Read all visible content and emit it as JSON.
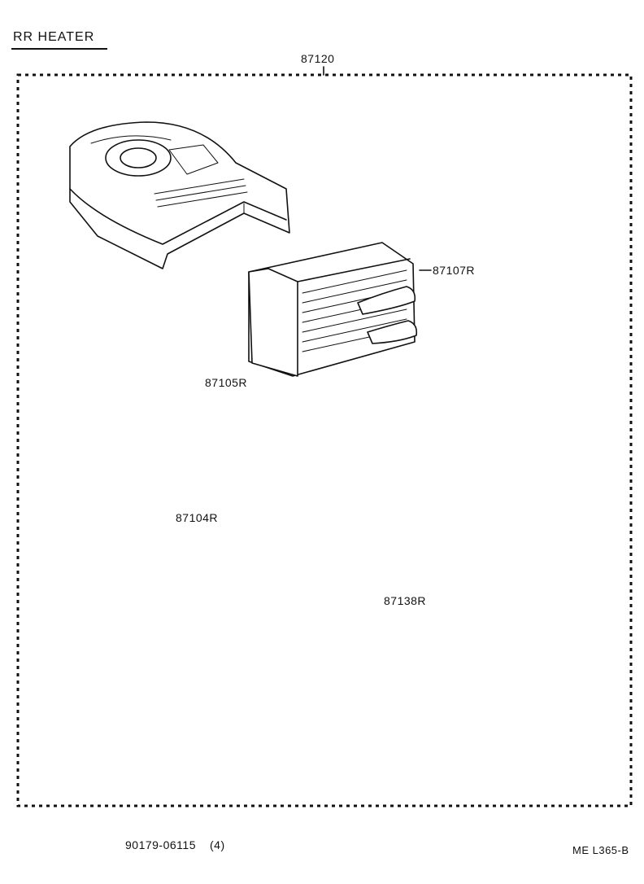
{
  "title": "RR HEATER",
  "assembly_number": "87120",
  "drawing_number": "ME L365-B",
  "parts": [
    {
      "id": "blower-case-upper",
      "number": ""
    },
    {
      "id": "heater-radiator",
      "number": "87107R"
    },
    {
      "id": "blower-fan",
      "number": "87105R"
    },
    {
      "id": "blower-motor",
      "number": "87104R"
    },
    {
      "id": "heater-unit-case",
      "number": ""
    },
    {
      "id": "blower-resistor",
      "number": "87138R"
    },
    {
      "id": "blower-case-lower",
      "number": ""
    },
    {
      "id": "nut",
      "number": "90179-06115",
      "qty": "(4)"
    }
  ]
}
